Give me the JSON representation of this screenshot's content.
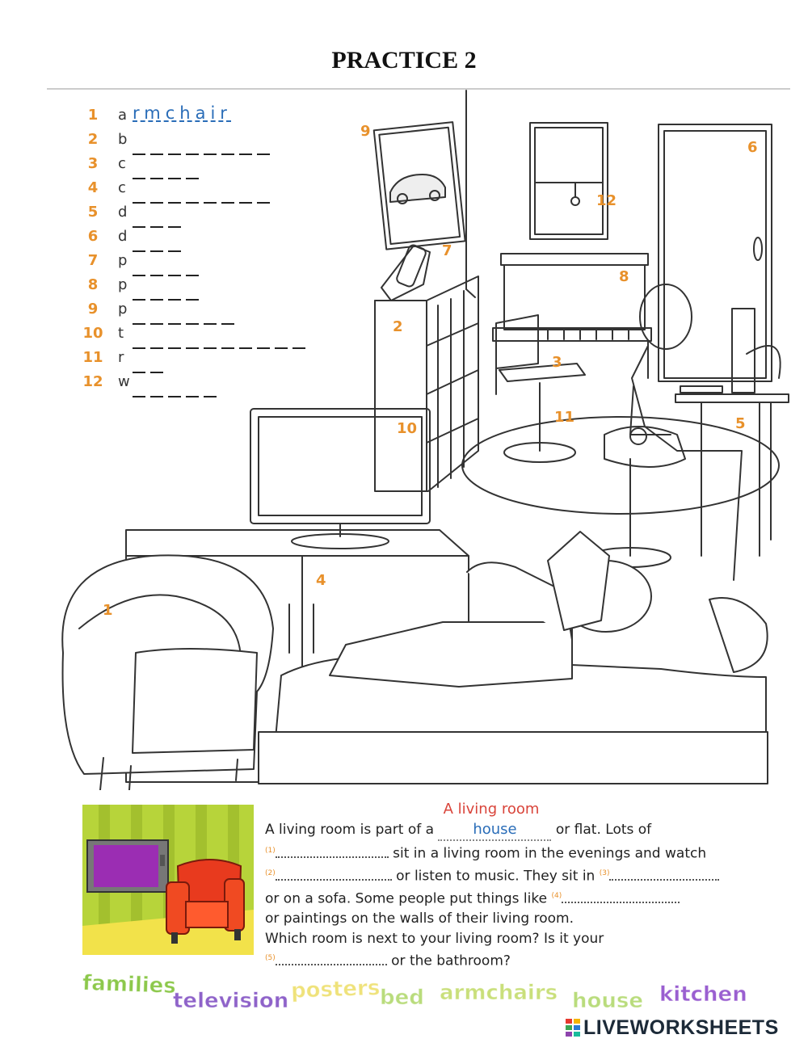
{
  "page": {
    "title": "PRACTICE 2"
  },
  "wordlist": [
    {
      "n": "1",
      "letter": "a",
      "answer": "rmchair",
      "blanks": 7
    },
    {
      "n": "2",
      "letter": "b",
      "answer": "",
      "blanks": 8
    },
    {
      "n": "3",
      "letter": "c",
      "answer": "",
      "blanks": 4
    },
    {
      "n": "4",
      "letter": "c",
      "answer": "",
      "blanks": 8
    },
    {
      "n": "5",
      "letter": "d",
      "answer": "",
      "blanks": 3
    },
    {
      "n": "6",
      "letter": "d",
      "answer": "",
      "blanks": 3
    },
    {
      "n": "7",
      "letter": "p",
      "answer": "",
      "blanks": 4
    },
    {
      "n": "8",
      "letter": "p",
      "answer": "",
      "blanks": 4
    },
    {
      "n": "9",
      "letter": "p",
      "answer": "",
      "blanks": 6
    },
    {
      "n": "10",
      "letter": "t",
      "answer": "",
      "blanks": 10
    },
    {
      "n": "11",
      "letter": "r",
      "answer": "",
      "blanks": 2
    },
    {
      "n": "12",
      "letter": "w",
      "answer": "",
      "blanks": 5
    }
  ],
  "scene_labels": [
    "1",
    "2",
    "3",
    "4",
    "5",
    "6",
    "7",
    "8",
    "9",
    "10",
    "11",
    "12"
  ],
  "passage": {
    "title": "A living room",
    "t0": "A living room is part of a",
    "answer0": "house",
    "t1": "or flat. Lots of",
    "n1": "(1)",
    "t2": "sit in a living room in the evenings and watch",
    "n2": "(2)",
    "t3": "or listen to music. They sit in",
    "n3": "(3)",
    "t4": "or on a sofa. Some people put things like",
    "n4": "(4)",
    "t5": "or paintings on the walls of their living room.",
    "t6": "Which room is next to your living room? Is it your",
    "n5": "(5)",
    "t7": "or the bathroom?"
  },
  "word_bank": [
    {
      "word": "families",
      "color": "#8cc84b"
    },
    {
      "word": "television",
      "color": "#8e62c9"
    },
    {
      "word": "posters",
      "color": "#f0e27a"
    },
    {
      "word": "bed",
      "color": "#b9dc7c"
    },
    {
      "word": "armchairs",
      "color": "#c9df7a"
    },
    {
      "word": "house",
      "color": "#b9dc7c"
    },
    {
      "word": "kitchen",
      "color": "#9a5fd0"
    }
  ],
  "brand": "LIVEWORKSHEETS",
  "colors": {
    "accent_orange": "#e8912b",
    "answer_blue": "#2a6db8",
    "title_red": "#d9443a"
  }
}
